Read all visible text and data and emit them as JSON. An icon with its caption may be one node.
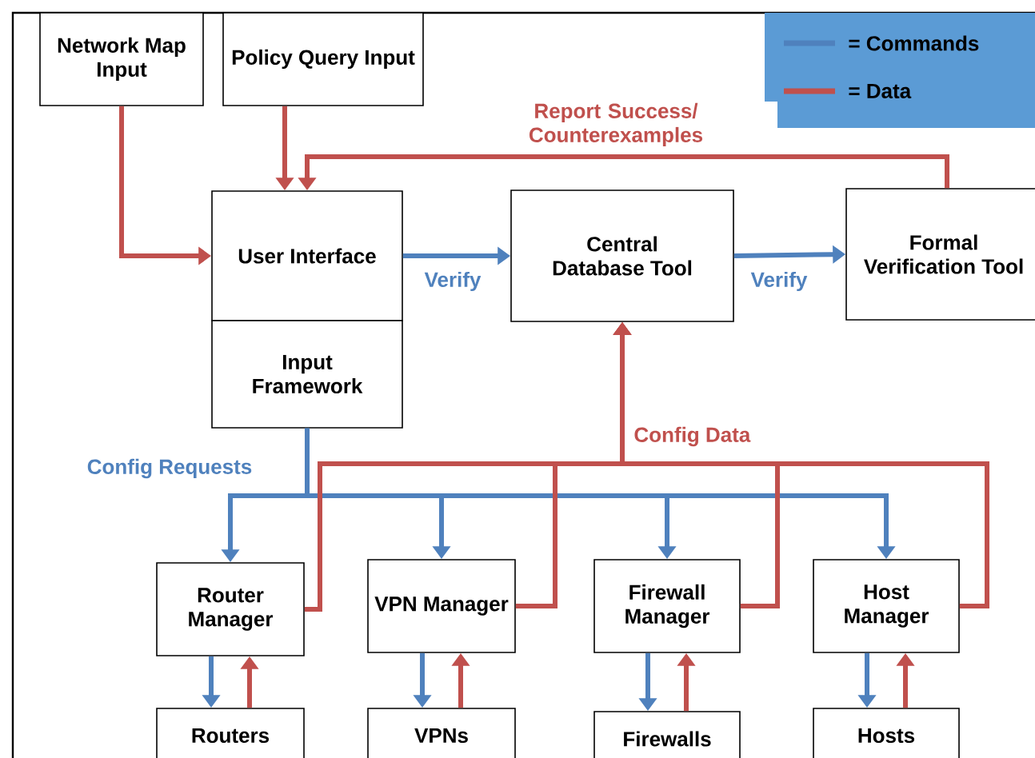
{
  "diagram": {
    "nodes": [
      {
        "text": [
          "Network Map Input"
        ]
      },
      {
        "text": [
          "Policy Query Input"
        ]
      },
      {
        "text": [
          "User Interface"
        ]
      },
      {
        "text": [
          "Input Framework"
        ]
      },
      {
        "text": [
          "Central Database Tool"
        ]
      },
      {
        "text": [
          "Formal Verification Tool"
        ]
      },
      {
        "text": [
          "Router Manager"
        ]
      },
      {
        "text": [
          "VPN Manager"
        ]
      },
      {
        "text": [
          "Firewall Manager"
        ]
      },
      {
        "text": [
          "Host Manager"
        ]
      },
      {
        "text": [
          "Routers"
        ]
      },
      {
        "text": [
          "VPNs"
        ]
      },
      {
        "text": [
          "Firewalls"
        ]
      },
      {
        "text": [
          "Hosts"
        ]
      }
    ],
    "edges": [
      {
        "from": 0,
        "to": 2,
        "arrow": "to"
      },
      {
        "from": 1,
        "to": 2,
        "arrow": "to"
      },
      {
        "from": 5,
        "to": 2,
        "arrow": "to",
        "label": "Report Success/ Counterexamples"
      },
      {
        "from": 2,
        "to": 4,
        "arrow": "to",
        "label": "Verify",
        "color": "#4f81bd"
      },
      {
        "from": 4,
        "to": 5,
        "arrow": "to",
        "label": "Verify",
        "color": "#4f81bd"
      },
      {
        "from": 3,
        "to": 6,
        "arrow": "to",
        "label": "Config Requests",
        "color": "#4f81bd"
      },
      {
        "from": 3,
        "to": 7,
        "arrow": "to",
        "color": "#4f81bd"
      },
      {
        "from": 3,
        "to": 8,
        "arrow": "to",
        "color": "#4f81bd"
      },
      {
        "from": 3,
        "to": 9,
        "arrow": "to",
        "color": "#4f81bd"
      },
      {
        "from": 6,
        "to": 4,
        "arrow": "to",
        "label": "Config Data"
      },
      {
        "from": 7,
        "to": 4,
        "arrow": "to"
      },
      {
        "from": 8,
        "to": 4,
        "arrow": "to"
      },
      {
        "from": 9,
        "to": 4,
        "arrow": "to"
      },
      {
        "from": 6,
        "to": 10,
        "arrow": "to",
        "color": "#4f81bd"
      },
      {
        "from": 10,
        "to": 6,
        "arrow": "to"
      },
      {
        "from": 7,
        "to": 11,
        "arrow": "to",
        "color": "#4f81bd"
      },
      {
        "from": 11,
        "to": 7,
        "arrow": "to"
      },
      {
        "from": 8,
        "to": 12,
        "arrow": "to",
        "color": "#4f81bd"
      },
      {
        "from": 12,
        "to": 8,
        "arrow": "to"
      },
      {
        "from": 9,
        "to": 13,
        "arrow": "to",
        "color": "#4f81bd"
      },
      {
        "from": 13,
        "to": 9,
        "arrow": "to"
      }
    ],
    "legend": [
      {
        "text": "= Commands"
      },
      {
        "text": "= Data"
      }
    ]
  }
}
